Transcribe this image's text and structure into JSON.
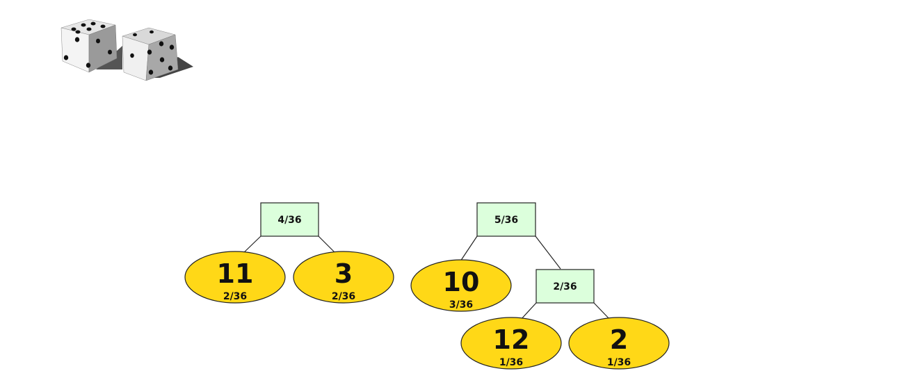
{
  "colors": {
    "node_fill": "#ffd817",
    "box_fill": "#dcffdc",
    "stroke": "#222222"
  },
  "icon": "dice-icon",
  "tree_left": {
    "root_label": "4/36",
    "left_value": "11",
    "left_prob": "2/36",
    "right_value": "3",
    "right_prob": "2/36"
  },
  "tree_right": {
    "root_label": "5/36",
    "left_value": "10",
    "left_prob": "3/36",
    "inner_label": "2/36",
    "inner_left_value": "12",
    "inner_left_prob": "1/36",
    "inner_right_value": "2",
    "inner_right_prob": "1/36"
  }
}
